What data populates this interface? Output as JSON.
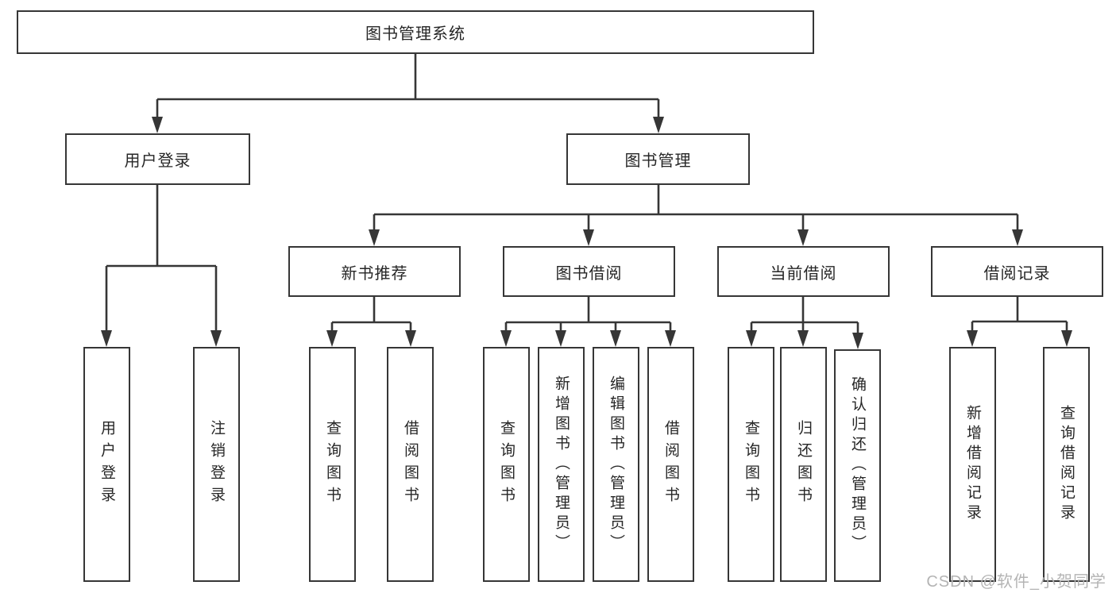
{
  "tree": {
    "root": {
      "label": "图书管理系统"
    },
    "branches": [
      {
        "label": "用户登录",
        "children": [
          {
            "label": "用户登录"
          },
          {
            "label": "注销登录"
          }
        ]
      },
      {
        "label": "图书管理",
        "sections": [
          {
            "label": "新书推荐",
            "children": [
              {
                "label": "查询图书"
              },
              {
                "label": "借阅图书"
              }
            ]
          },
          {
            "label": "图书借阅",
            "children": [
              {
                "label": "查询图书"
              },
              {
                "label": "新增图书（管理员）"
              },
              {
                "label": "编辑图书（管理员）"
              },
              {
                "label": "借阅图书"
              }
            ]
          },
          {
            "label": "当前借阅",
            "children": [
              {
                "label": "查询图书"
              },
              {
                "label": "归还图书"
              },
              {
                "label": "确认归还（管理员）"
              }
            ]
          },
          {
            "label": "借阅记录",
            "children": [
              {
                "label": "新增借阅记录"
              },
              {
                "label": "查询借阅记录"
              }
            ]
          }
        ]
      }
    ]
  },
  "watermark": "CSDN @软件_小贺同学",
  "colors": {
    "line": "#363636",
    "box_border": "#363636",
    "box_fill": "#ffffff",
    "text": "#262626",
    "watermark": "#b4b4b4",
    "background": "#ffffff"
  }
}
